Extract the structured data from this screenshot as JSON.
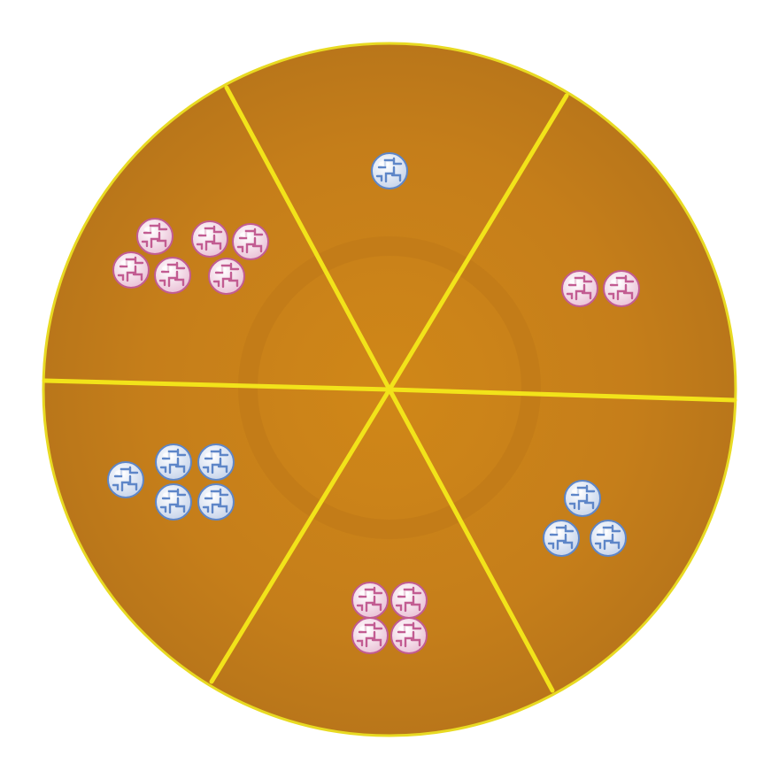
{
  "board": {
    "name": "six-sector-seed-board",
    "colors": {
      "board_fill": "#C9801A",
      "board_edge": "#B0701A",
      "divider": "#F2E31A",
      "rim": "#E8DA22",
      "inner_ring": "#B87418"
    },
    "sectors": [
      {
        "id": "top",
        "seed_color": "blue",
        "count": 1
      },
      {
        "id": "upper-right",
        "seed_color": "pink",
        "count": 2
      },
      {
        "id": "lower-right",
        "seed_color": "blue",
        "count": 3
      },
      {
        "id": "bottom",
        "seed_color": "pink",
        "count": 4
      },
      {
        "id": "lower-left",
        "seed_color": "blue",
        "count": 5
      },
      {
        "id": "upper-left",
        "seed_color": "pink",
        "count": 6
      }
    ],
    "seed_palette": {
      "blue": {
        "fill": "#F2F5FA",
        "stroke": "#5E86C8",
        "shade": "#C9D6EC"
      },
      "pink": {
        "fill": "#FBF1F6",
        "stroke": "#C25C92",
        "shade": "#EBC4D8"
      }
    }
  }
}
